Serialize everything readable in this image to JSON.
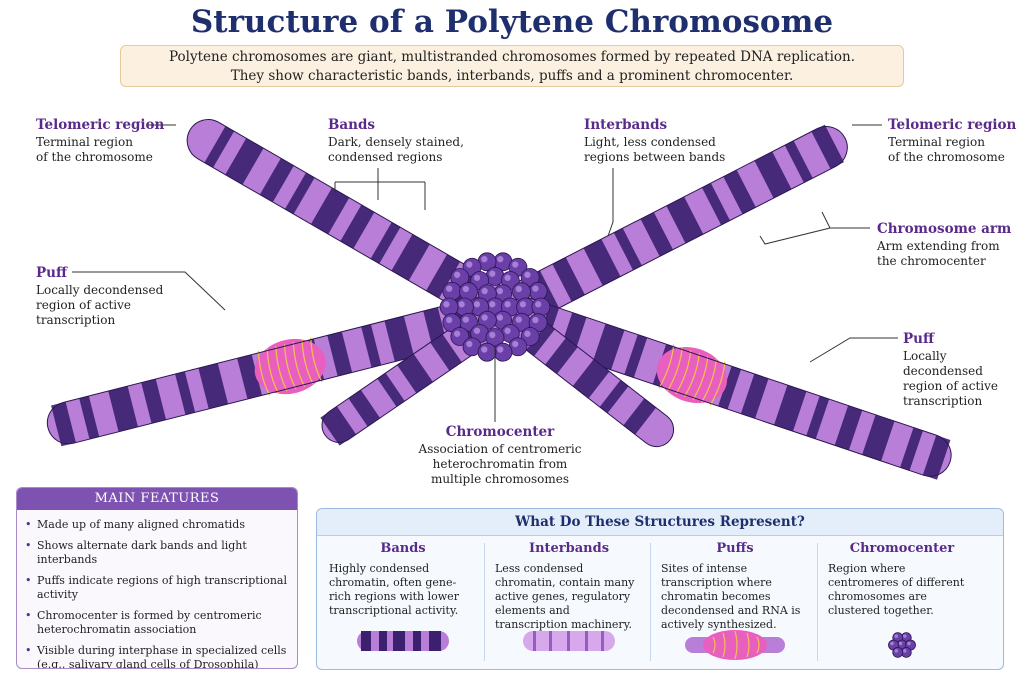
{
  "title": "Structure of a Polytene Chromosome",
  "intro": {
    "line1": "Polytene chromosomes are giant, multistranded chromosomes formed by repeated DNA replication.",
    "line2": "They show characteristic bands, interbands, puffs and a prominent chromocenter."
  },
  "labels": {
    "telomeric_left": {
      "title": "Telomeric region",
      "desc": "Terminal region\nof the chromosome"
    },
    "bands": {
      "title": "Bands",
      "desc": "Dark, densely stained,\ncondensed regions"
    },
    "interbands": {
      "title": "Interbands",
      "desc": "Light, less condensed\nregions between bands"
    },
    "telomeric_right": {
      "title": "Telomeric region",
      "desc": "Terminal region\nof the chromosome"
    },
    "chromosome_arm": {
      "title": "Chromosome arm",
      "desc": "Arm extending from\nthe chromocenter"
    },
    "puff_left": {
      "title": "Puff",
      "desc": "Locally decondensed\nregion of active\ntranscription"
    },
    "puff_right": {
      "title": "Puff",
      "desc": "Locally decondensed\nregion of active\ntranscription"
    },
    "chromocenter": {
      "title": "Chromocenter",
      "desc": "Association of centromeric\nheterochromatin from\nmultiple chromosomes"
    }
  },
  "features": {
    "heading": "MAIN FEATURES",
    "items": [
      "Made up of many aligned chromatids",
      "Shows alternate dark bands and light interbands",
      "Puffs indicate regions of high transcriptional activity",
      "Chromocenter is formed by centromeric heterochromatin association",
      "Visible during interphase in specialized cells (e.g., salivary gland cells of Drosophila)"
    ]
  },
  "represent": {
    "heading": "What Do These Structures Represent?",
    "columns": [
      {
        "title": "Bands",
        "desc": "Highly condensed chromatin, often gene-rich regions with lower transcriptional activity."
      },
      {
        "title": "Interbands",
        "desc": "Less condensed chromatin, contain many active genes, regulatory elements and transcription machinery."
      },
      {
        "title": "Puffs",
        "desc": "Sites of intense transcription where chromatin becomes decondensed and RNA is actively synthesized."
      },
      {
        "title": "Chromocenter",
        "desc": "Region where centromeres of different chromosomes are clustered together."
      }
    ]
  },
  "colors": {
    "title": "#1f2f6e",
    "label": "#5a2a8a",
    "band_dark": "#3b2070",
    "interband_light": "#b97fd8",
    "puff": "#e85fc0",
    "feature_header": "#7e52b0"
  }
}
